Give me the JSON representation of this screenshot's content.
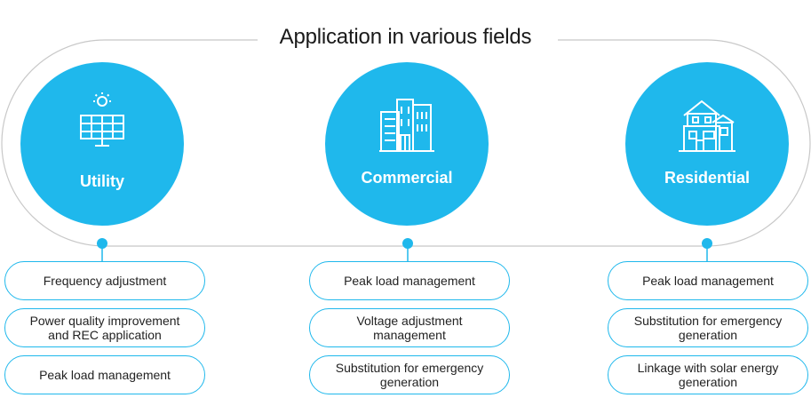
{
  "title": "Application in various fields",
  "colors": {
    "accent": "#1fb8ec",
    "outline": "#c8c8c8"
  },
  "columns": [
    {
      "name": "Utility",
      "icon": "solar-panel-icon",
      "items": [
        "Frequency adjustment",
        "Power quality improvement\nand REC application",
        "Peak load management"
      ]
    },
    {
      "name": "Commercial",
      "icon": "buildings-icon",
      "items": [
        "Peak load management",
        "Voltage adjustment\nmanagement",
        "Substitution for emergency\ngeneration"
      ]
    },
    {
      "name": "Residential",
      "icon": "house-icon",
      "items": [
        "Peak load management",
        "Substitution for emergency\ngeneration",
        "Linkage with solar energy\ngeneration"
      ]
    }
  ]
}
